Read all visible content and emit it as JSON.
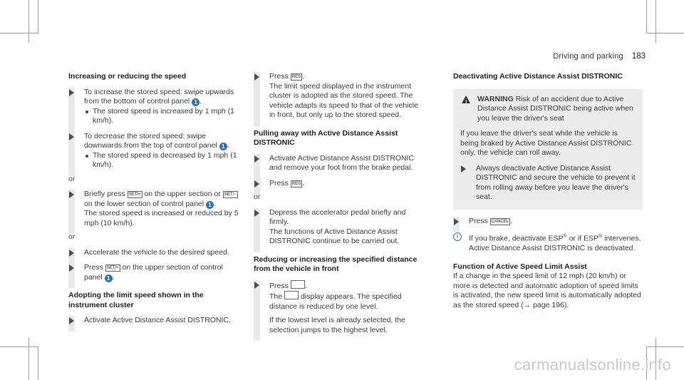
{
  "header": {
    "section": "Driving and parking",
    "page": "183"
  },
  "col1": {
    "h1": "Increasing or reducing the speed",
    "s1_a": "To increase the stored speed: swipe upwards from the bottom of control panel",
    "s1_badge": "1",
    "s1_b": ".",
    "s1_sub": "The stored speed is increased by 1 mph (1 km/h).",
    "s2": "To decrease the stored speed: swipe downwards from the top of control panel",
    "s2_badge": "1",
    "s2_b": ".",
    "s2_sub": "The stored speed is decreased by 1 mph (1 km/h).",
    "or1": "or",
    "s3_a": "Briefly press",
    "key_setplus": "SET/+",
    "s3_b": "on the upper section or",
    "key_setminus": "SET/−",
    "s3_c": "on the lower section of control panel",
    "s3_badge": "1",
    "s3_d": ".",
    "s3_e": "The stored speed is increased or reduced by 5 mph (10 km/h).",
    "or2": "or",
    "s4": "Accelerate the vehicle to the desired speed.",
    "s5_a": "Press",
    "s5_key": "SET/+",
    "s5_b": "on the upper section of control panel",
    "s5_badge": "1",
    "s5_c": ".",
    "h2": "Adopting the limit speed shown in the instrument cluster",
    "s6": "Activate Active Distance Assist DISTRONIC."
  },
  "col2": {
    "s1_a": "Press",
    "key_res": "RES",
    "s1_b": ".",
    "s1_c": "The limit speed displayed in the instrument cluster is adopted as the stored speed. The vehicle adapts its speed to that of the vehicle in front, but only up to the stored speed.",
    "h1": "Pulling away with Active Distance Assist DISTRONIC",
    "s2": "Activate Active Distance Assist DISTRONIC and remove your foot from the brake pedal.",
    "s3_a": "Press",
    "s3_key": "RES",
    "s3_b": ".",
    "or1": "or",
    "s4_a": "Depress the accelerator pedal briefly and firmly.",
    "s4_b": "The functions of Active Distance Assist DISTRONIC continue to be carried out.",
    "h2": "Reducing or increasing the specified distance from the vehicle in front",
    "s5_a": "Press",
    "s5_b": ".",
    "s5_c": "The",
    "s5_d": "display appears. The specified distance is reduced by one level.",
    "s5_e": "If the lowest level is already selected, the selection jumps to the highest level."
  },
  "col3": {
    "h1": "Deactivating Active Distance Assist DISTRONIC",
    "warn_title": "WARNING",
    "warn_text": "Risk of an accident due to Active Distance Assist DISTRONIC being active when you leave the driver's seat",
    "warn_p": "If you leave the driver's seat while the vehicle is being braked by Active Distance Assist DISTRONIC only, the vehicle can roll away.",
    "warn_step": "Always deactivate Active Distance Assist DISTRONIC and secure the vehicle to prevent it from rolling away before you leave the driver's seat.",
    "s1_a": "Press",
    "key_cancel": "CANCEL",
    "s1_b": ".",
    "info_a": "If you brake, deactivate ESP",
    "info_b": " or if ESP",
    "info_c": " intervenes, Active Distance Assist DISTRONIC is deactivated.",
    "reg": "®",
    "h2": "Function of Active Speed Limit Assist",
    "p2": "If a change in the speed limit of 12 mph (20 km/h) or more is detected and automatic adoption of speed limits is activated, the new speed limit is automatically adopted as the stored speed (",
    "p2_ref": "→ page 196",
    "p2_end": ")."
  },
  "watermark": "carmanualsonline.info"
}
